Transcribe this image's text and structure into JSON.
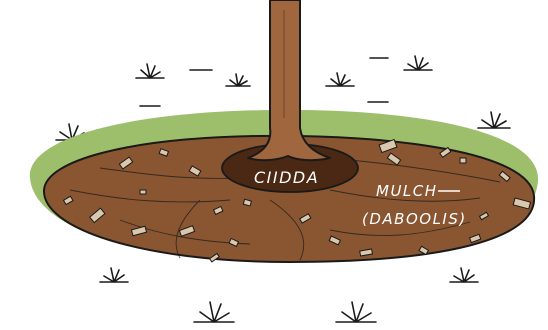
{
  "labels": {
    "soil": "CIIDDA",
    "mulch_line1": "MULCH",
    "mulch_line2": "(DABOOLIS)"
  },
  "colors": {
    "grass": "#9dbf6c",
    "mulch": "#8a5631",
    "soil": "#4a2814",
    "trunk": "#a0673e",
    "chips": "#d9c8ae",
    "outline": "#1a1a1a"
  }
}
